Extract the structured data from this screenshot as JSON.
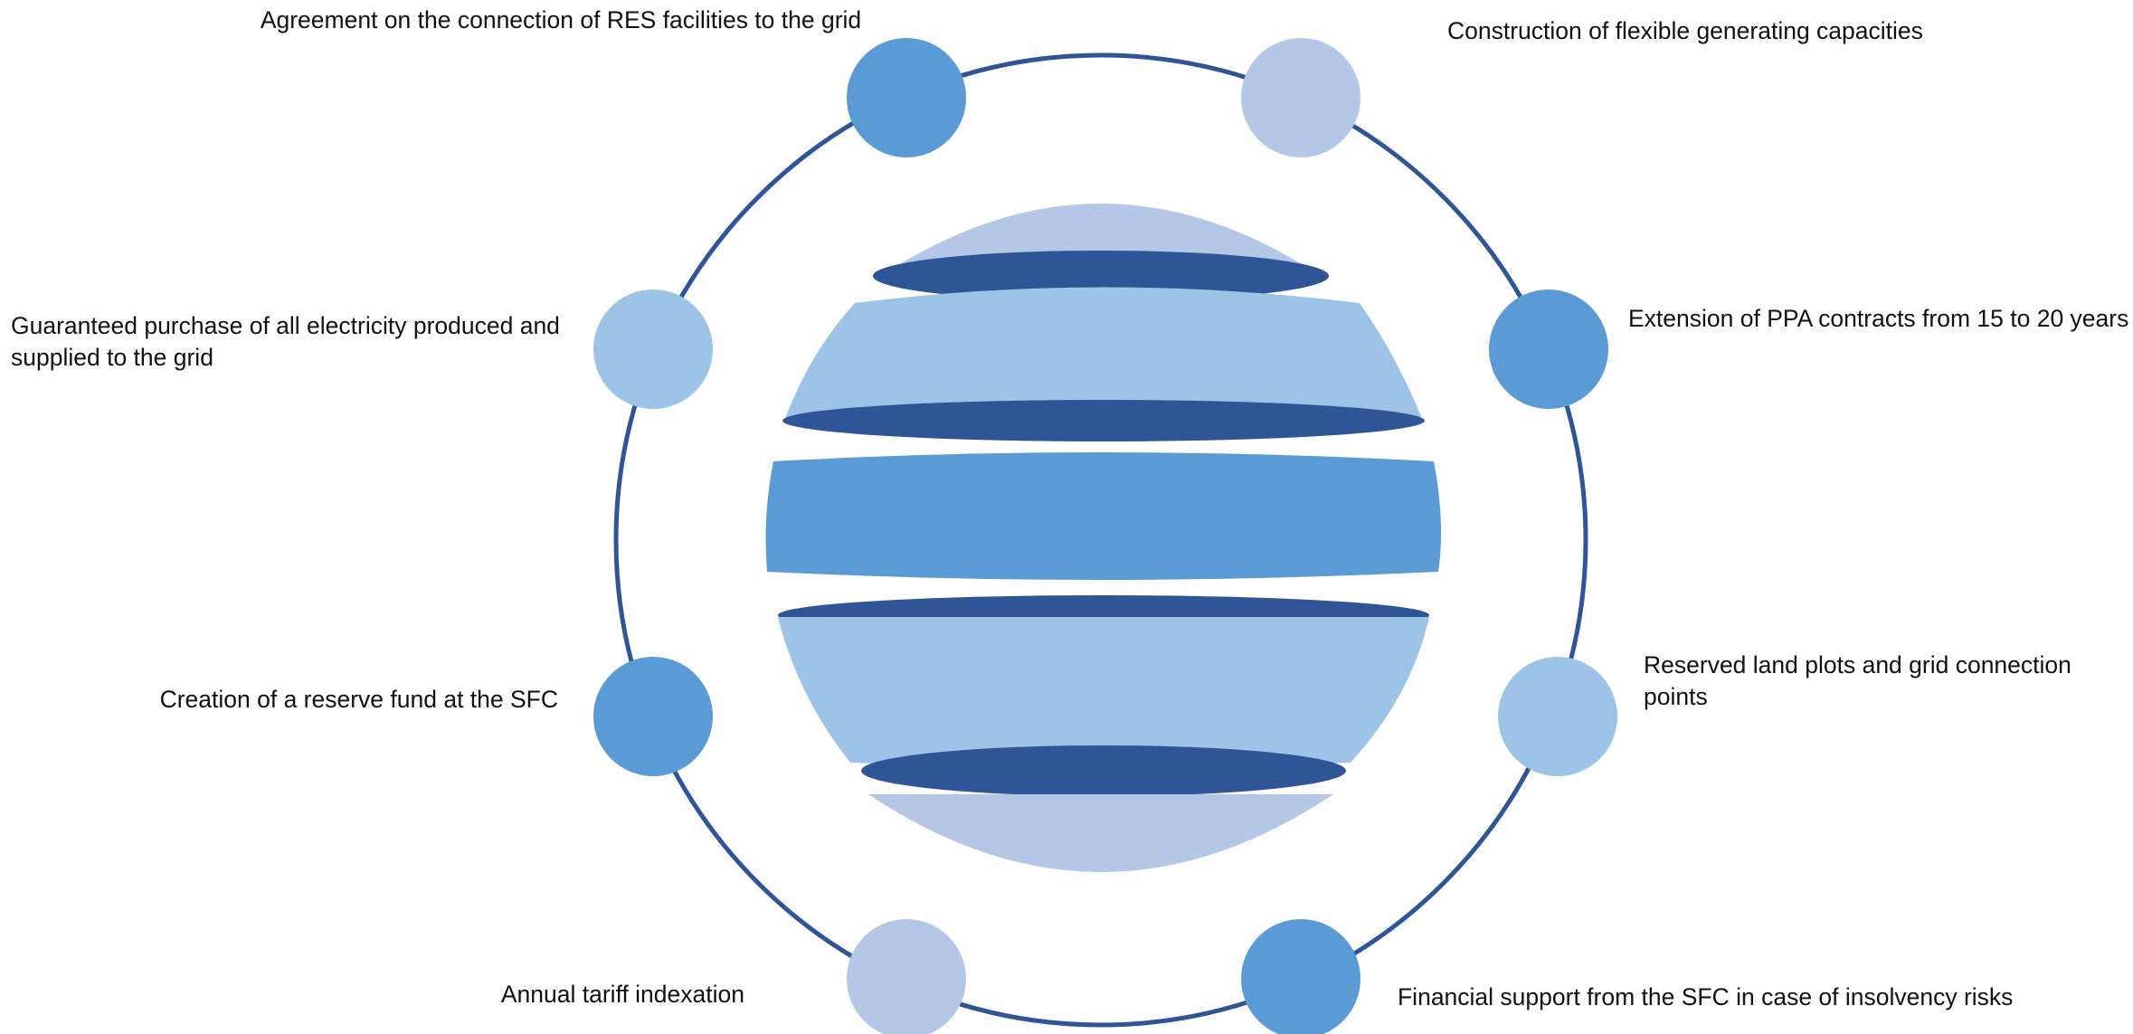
{
  "colors": {
    "ring": "#2F5597",
    "node_dark": "#5B9BD5",
    "node_mid": "#9DC3E6",
    "node_light": "#B4C7E7",
    "sphere_cap": "#B4C7E7",
    "sphere_band_light": "#9DC3E6",
    "sphere_band_mid": "#5B9BD5",
    "sphere_rim": "#2F5597"
  },
  "nodes": [
    {
      "id": "res-connection",
      "label": "Agreement on the connection of RES facilities to the grid",
      "color_key": "node_dark",
      "icon": "filled-circle"
    },
    {
      "id": "flexible-capacities",
      "label": "Construction of flexible generating capacities",
      "color_key": "node_light",
      "icon": "filled-circle"
    },
    {
      "id": "ppa-extension",
      "label": "Extension of PPA contracts from 15 to 20 years",
      "color_key": "node_dark",
      "icon": "filled-circle"
    },
    {
      "id": "reserved-land",
      "label": "Reserved land plots and grid connection points",
      "color_key": "node_mid",
      "icon": "filled-circle"
    },
    {
      "id": "financial-support",
      "label": "Financial support from the SFC in case of insolvency risks",
      "color_key": "node_dark",
      "icon": "filled-circle"
    },
    {
      "id": "tariff-indexation",
      "label": "Annual tariff indexation",
      "color_key": "node_light",
      "icon": "filled-circle"
    },
    {
      "id": "reserve-fund",
      "label": "Creation of a reserve fund at the SFC",
      "color_key": "node_dark",
      "icon": "filled-circle"
    },
    {
      "id": "guaranteed-purchase",
      "label": "Guaranteed purchase of all electricity produced and supplied to the grid",
      "color_key": "node_mid",
      "icon": "filled-circle"
    }
  ]
}
